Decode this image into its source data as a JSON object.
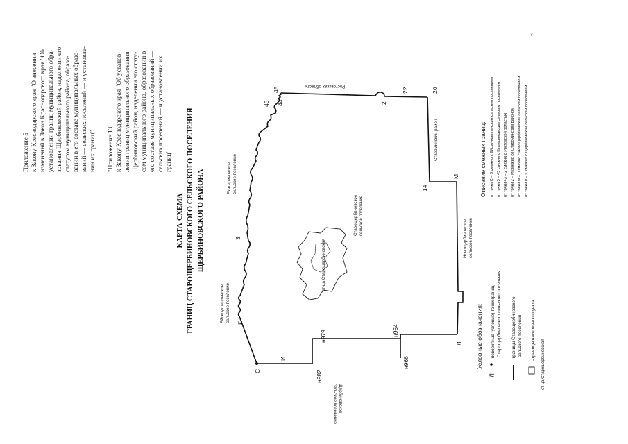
{
  "header_note": {
    "lines": [
      "Приложение 5",
      "к Закону Краснодарского края \"О внесении",
      "изменений в Закон Краснодарского края \"Об",
      "установлении границ муниципального обра-",
      "зования Щербиновский район, наделении его",
      "статусом муниципального района, образо-",
      "вании в его составе муниципальных образо-",
      "ваний — сельских поселений — и установле-",
      "нии их границ\""
    ]
  },
  "annex_note": {
    "lines": [
      "\"Приложение 13",
      "к Закону Краснодарского края \"Об установ-",
      "лении границ муниципального образования",
      "Щербиновский район, наделении его стату-",
      "сом муниципального района, образовании в",
      "его составе муниципальных образований —",
      "сельских поселений — и установлении их",
      "границ\""
    ]
  },
  "map_title": {
    "line1": "КАРТА-СХЕМА",
    "line2": "ГРАНИЦ СТАРОЩЕРБИНОВСКОГО СЕЛЬСКОГО ПОСЕЛЕНИЯ",
    "line3": "ЩЕРБИНОВСКОГО РАЙОНА"
  },
  "map_labels": {
    "neighbor_yeisk_1": "Ейскоукрепленское",
    "neighbor_yeisk_2": "сельское поселение",
    "neighbor_ekat_1": "Екатериновское",
    "neighbor_ekat_2": "сельское поселение",
    "neighbor_rostov": "Ростовская область",
    "neighbor_starominsk": "Староминский район",
    "neighbor_novoshcher_1": "Новощербиновское",
    "neighbor_novoshcher_2": "сельское поселение",
    "neighbor_shcherbin_1": "Щербиновское",
    "neighbor_shcherbin_2": "сельское поселение",
    "center_1": "Старощербиновское",
    "center_2": "сельское поселение",
    "settlement_name": "ст-ца Старощербиновская"
  },
  "points": {
    "p_s": "С",
    "p_i": "И",
    "p_k": "К",
    "p_3": "3",
    "p_43": "43",
    "p_44": "44",
    "p_45": "45",
    "p_2": "2",
    "p_22": "22",
    "p_20": "20",
    "p_14": "14",
    "p_m": "М",
    "p_l": "Л",
    "p_n979": "н979",
    "p_n982": "н982",
    "p_n964": "н964",
    "p_n966": "н966"
  },
  "legend": {
    "title": "Условные обозначения:",
    "item1_sym": "Л",
    "item1_text": "- поворотные (узловые) точки границ",
    "item1_text2": "Старощербиновского сельского поселения",
    "item2_text": "- границы Старощербиновского",
    "item2_text2": "сельского поселения",
    "item3_text": "- границы населенного пункта",
    "item3_sub": "ст-ца Старощербиновская"
  },
  "description": {
    "title": "Описание смежных границ:",
    "lines": [
      "от точки С – 3  смежно с Ейскоукрепленским сельским поселением",
      "от точки 3 – 43  смежно с Екатериновским сельским поселением",
      "от точки 43 – 2  смежно с Ростовской областью",
      "от точки 2 – М  смежно со Староминским районом",
      "от точки М – Л  смежно с Новощербиновским сельским поселением",
      "от точки Л – С  смежно с Щербиновским сельским поселением"
    ]
  },
  "corner_mark": "«"
}
